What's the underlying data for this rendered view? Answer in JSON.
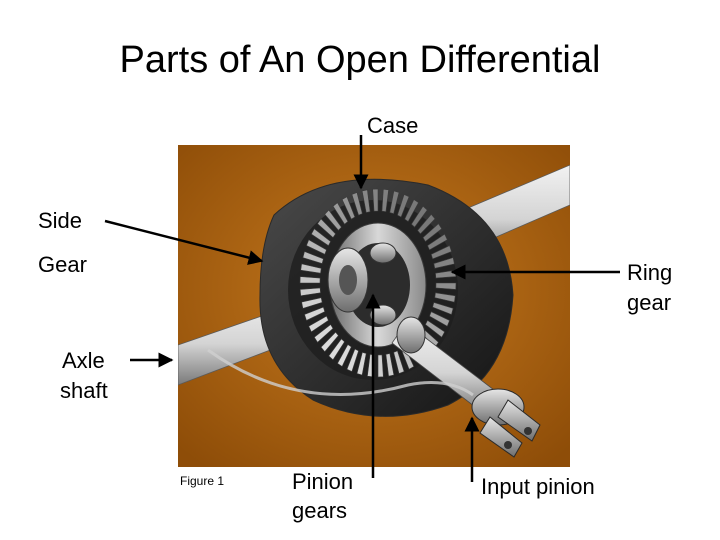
{
  "slide": {
    "title": "Parts of An Open Differential"
  },
  "labels": {
    "case": "Case",
    "side_gear_line1": "Side",
    "side_gear_line2": "Gear",
    "ring_gear_line1": "Ring",
    "ring_gear_line2": "gear",
    "axle_shaft_line1": "Axle",
    "axle_shaft_line2": "shaft",
    "figure_caption": "Figure 1",
    "pinion_gears_line1": "Pinion",
    "pinion_gears_line2": "gears",
    "input_pinion": "Input pinion"
  },
  "colors": {
    "background": "#b56a12",
    "callout_line": "#000000"
  }
}
